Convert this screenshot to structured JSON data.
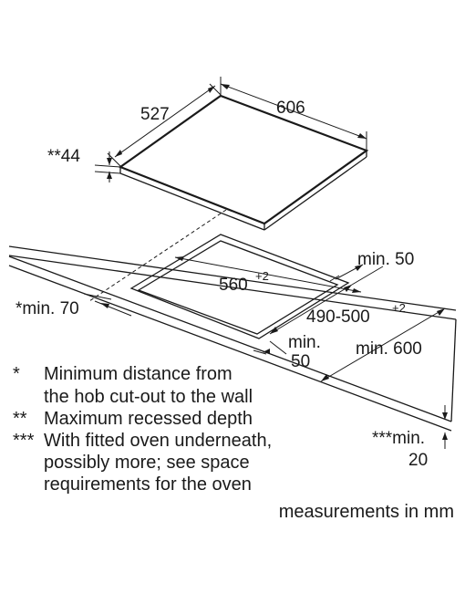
{
  "dimensions": {
    "hob_depth": "527",
    "hob_width": "606",
    "recessed_depth": "**44",
    "cutout_width": "560",
    "cutout_width_tol": "+2",
    "cutout_depth": "490-500",
    "cutout_depth_tol": "+2",
    "min_to_back_edge": "min. 50",
    "min_to_wall": "*min. 70",
    "min_to_front_line1": "min.",
    "min_to_front_line2": "50",
    "min_worktop_depth": "min. 600",
    "min_thickness_line1": "***min.",
    "min_thickness_line2": "20"
  },
  "notes": [
    {
      "marker": "*",
      "lines": [
        "Minimum distance from",
        "the hob cut-out to the wall"
      ]
    },
    {
      "marker": "**",
      "lines": [
        "Maximum recessed depth"
      ]
    },
    {
      "marker": "***",
      "lines": [
        "With fitted oven underneath,",
        "possibly more; see space",
        "requirements for the oven"
      ]
    }
  ],
  "footer": "measurements in mm"
}
